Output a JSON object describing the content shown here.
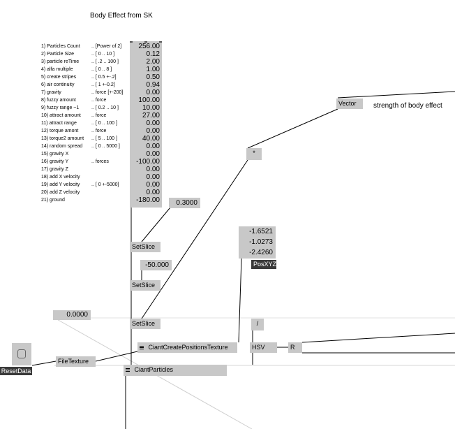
{
  "patch": {
    "title": "Body Effect from SK",
    "parameters": [
      {
        "name": "1) Particles Count",
        "range": ".. [Power of 2]",
        "value": "256.00"
      },
      {
        "name": "2) Particle Size",
        "range": ".. [ 0 .. 10 ]",
        "value": "0.12"
      },
      {
        "name": "3) particle reTime",
        "range": ".. [ .2 .. 100 ]",
        "value": "2.00"
      },
      {
        "name": "4) alfa multiple",
        "range": ".. [ 0 .. 8 ]",
        "value": "1.00"
      },
      {
        "name": "5) create stripes",
        "range": ".. [ 0.5 +-.2]",
        "value": "0.50"
      },
      {
        "name": "6) air continuity",
        "range": ".. [ 1 +-0.2]",
        "value": "0.94"
      },
      {
        "name": "7) gravity",
        "range": ".. force [+-200]",
        "value": "0.00"
      },
      {
        "name": "8) fuzzy amount",
        "range": ".. force",
        "value": "100.00"
      },
      {
        "name": "9) fuzzy range ~1",
        "range": ".. [ 0.2 .. 10 ]",
        "value": "10.00"
      },
      {
        "name": "10) attract amount",
        "range": ".. force",
        "value": "27.00"
      },
      {
        "name": "11) attract range",
        "range": ".. [ 0 .. 100 ]",
        "value": "0.00"
      },
      {
        "name": "12) torque amont",
        "range": ".. force",
        "value": "0.00"
      },
      {
        "name": "13) torque2 amount",
        "range": ".. [ 5 .. 100 ]",
        "value": "40.00"
      },
      {
        "name": "14) random spread",
        "range": ".. [ 0 .. 5000 ]",
        "value": "0.00"
      },
      {
        "name": "15) gravity X",
        "range": "",
        "value": "0.00"
      },
      {
        "name": "16) gravity Y",
        "range": ".. forces",
        "value": "-100.00"
      },
      {
        "name": "17) gravity Z",
        "range": "",
        "value": "0.00"
      },
      {
        "name": "18) add X velocity",
        "range": "",
        "value": "0.00"
      },
      {
        "name": "19) add Y velocity",
        "range": ".. [ 0 +-5000]",
        "value": "0.00"
      },
      {
        "name": "20) add Z velocity",
        "range": "",
        "value": "0.00"
      },
      {
        "name": "21) ground",
        "range": "",
        "value": "-180.00"
      }
    ],
    "nodes": {
      "setslice1": "SetSlice",
      "setslice2": "SetSlice",
      "setslice3": "SetSlice",
      "value_03": "0.3000",
      "value_neg50": "-50.000",
      "value_zero": "0.0000",
      "vector": "Vector",
      "multiply": "*",
      "divide": "/",
      "posxyz_label": "PosXYZ",
      "posxyz_values": [
        "-1.6521",
        "-1.0273",
        "-2.4260"
      ],
      "ciant_create": "CiantCreatePositionsTexture",
      "hsv": "HSV",
      "r_node": "R",
      "filetexture": "FileTexture",
      "ciantparticles": "CiantParticles",
      "resetdata": "ResetData"
    },
    "comments": {
      "body_effect_strength": "strength of body effect"
    }
  }
}
